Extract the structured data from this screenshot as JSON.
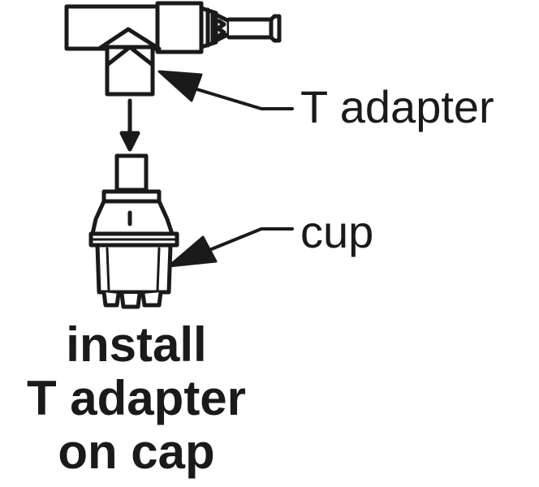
{
  "labels": {
    "t_adapter": "T adapter",
    "cup": "cup"
  },
  "caption": {
    "line1": "install",
    "line2": "T adapter",
    "line3": "on cap"
  },
  "colors": {
    "ink": "#1a1a1a",
    "background": "#ffffff"
  }
}
